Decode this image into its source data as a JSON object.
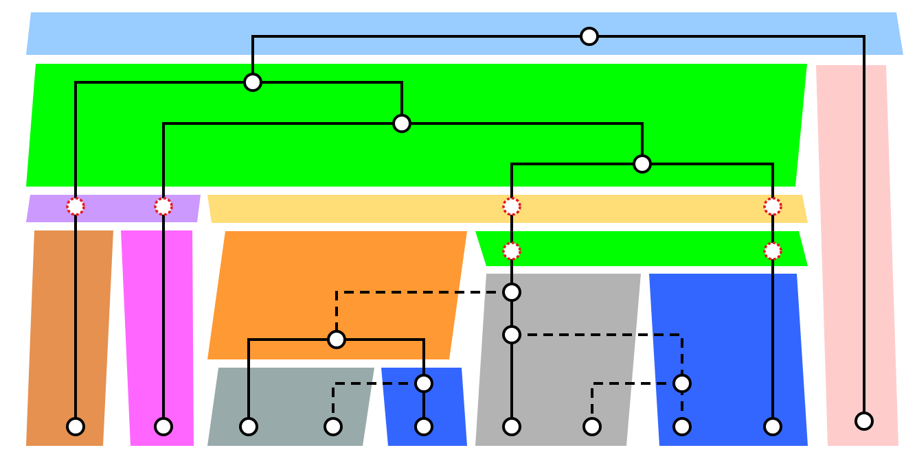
{
  "diagram": {
    "type": "tree-reconciliation",
    "background": "#ffffff",
    "regions": [
      {
        "id": "top-band",
        "color": "#99ccff"
      },
      {
        "id": "upper-green",
        "color": "#00ff00"
      },
      {
        "id": "pink-column",
        "color": "#ffcccc"
      },
      {
        "id": "purple-strip",
        "color": "#cc99ff"
      },
      {
        "id": "yellow-strip",
        "color": "#ffdd77"
      },
      {
        "id": "lower-green",
        "color": "#00ff00"
      },
      {
        "id": "tan-column",
        "color": "#e69150"
      },
      {
        "id": "magenta-column",
        "color": "#ff66ff"
      },
      {
        "id": "orange-block",
        "color": "#ff9933"
      },
      {
        "id": "slate-block",
        "color": "#99aaaa"
      },
      {
        "id": "blue-block-small",
        "color": "#3366ff"
      },
      {
        "id": "gray-block",
        "color": "#b3b3b3"
      },
      {
        "id": "blue-block-large",
        "color": "#3366ff"
      }
    ],
    "node_styles": {
      "normal": {
        "fill": "#ffffff",
        "stroke": "#000000"
      },
      "hybrid": {
        "fill": "#ffffff",
        "stroke": "#e41a1c",
        "stroke_style": "dotted"
      }
    },
    "edge_styles": {
      "solid": "#000000",
      "dashed": "#000000"
    },
    "node_counts": {
      "leaves": 10,
      "internal": 9,
      "hybrid": 6
    }
  }
}
